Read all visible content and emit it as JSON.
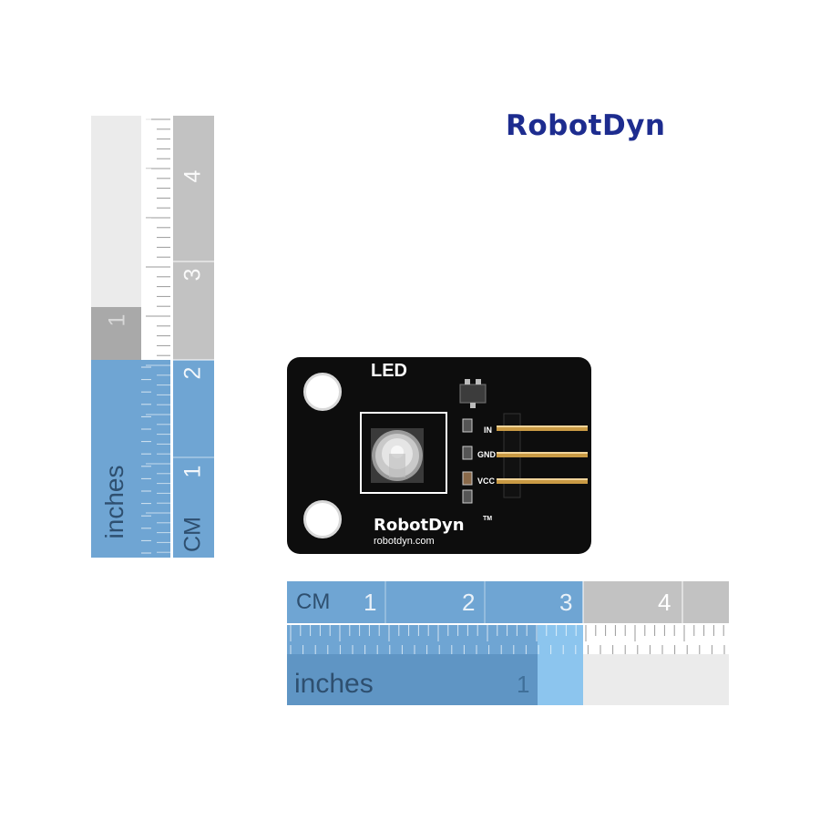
{
  "brand": {
    "logo_text": "RobotDyn"
  },
  "board": {
    "title": "LED",
    "brand_text": "RobotDyn",
    "trademark": "TM",
    "url_text": "robotdyn.com",
    "pins": [
      "IN",
      "GND",
      "VCC"
    ]
  },
  "vertical_ruler": {
    "inches_word": "inches",
    "cm_word": "CM",
    "inch_numbers": [
      "1"
    ],
    "cm_numbers": [
      "1",
      "2",
      "3",
      "4"
    ]
  },
  "horizontal_ruler": {
    "cm_word": "CM",
    "cm_numbers": [
      "1",
      "2",
      "3",
      "4"
    ],
    "inches_word": "inches",
    "inch_numbers": [
      "1"
    ]
  }
}
